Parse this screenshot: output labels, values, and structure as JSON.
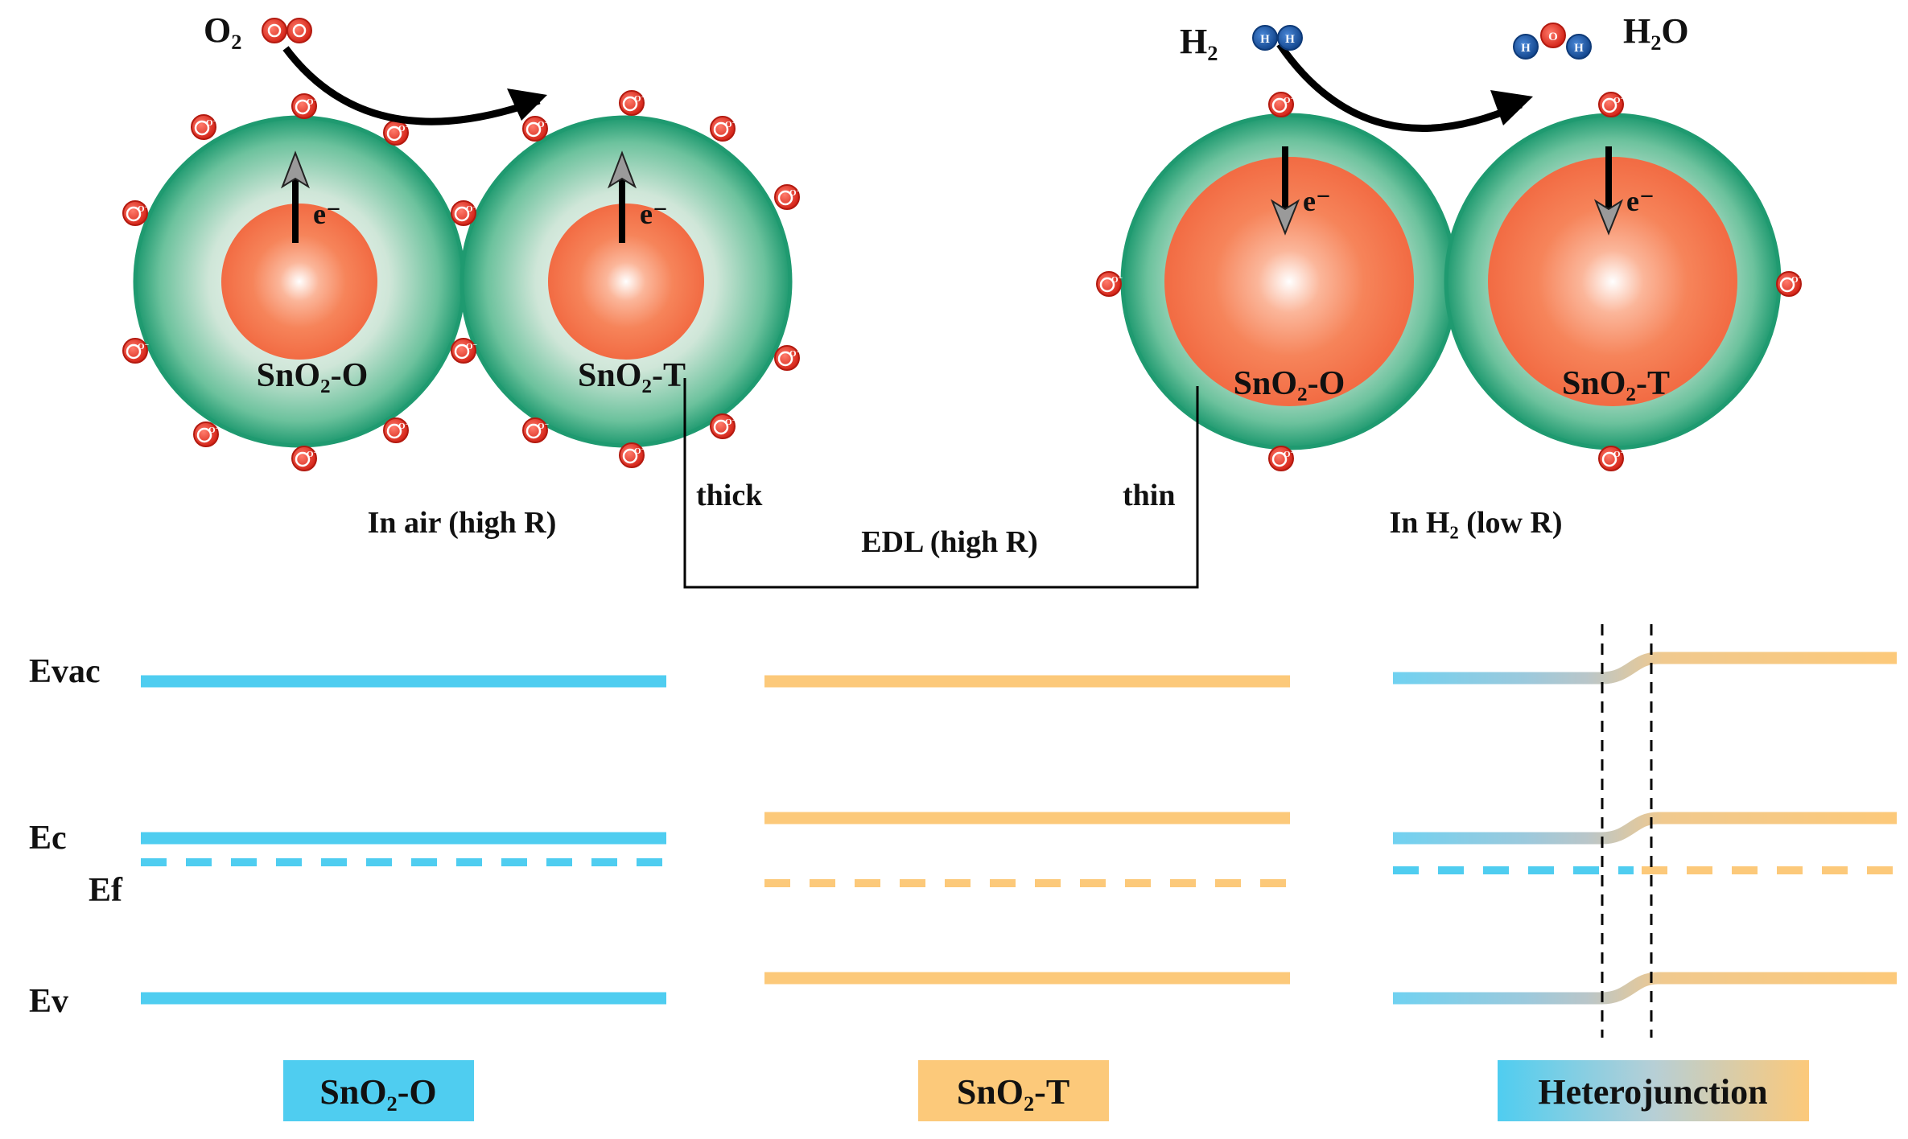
{
  "top": {
    "left_gas_label": "O₂",
    "left_gas_molecule": [
      "O",
      "O"
    ],
    "right_gas_label": "H₂",
    "right_gas_molecule": [
      "H",
      "H"
    ],
    "product_label": "H₂O",
    "product_molecule": [
      "H",
      "O",
      "H"
    ],
    "ion_label": "O⁻",
    "electron_label": "e⁻",
    "left_pair": {
      "particle1": "SnO₂-O",
      "particle2": "SnO₂-T",
      "caption": "In air (high R)"
    },
    "right_pair": {
      "particle1": "SnO₂-O",
      "particle2": "SnO₂-T",
      "caption": "In H₂ (low R)"
    },
    "edl": {
      "thick_label": "thick",
      "thin_label": "thin",
      "caption": "EDL (high R)"
    }
  },
  "bands": {
    "levels": {
      "evac": "Evac",
      "ec": "Ec",
      "ef": "Ef",
      "ev": "Ev"
    },
    "boxes": {
      "left": "SnO₂-O",
      "middle": "SnO₂-T",
      "right": "Heterojunction"
    }
  },
  "colors": {
    "blue_band": "#4fcdf0",
    "orange_band": "#fcc97a",
    "shell_green": "#2aa77b",
    "core_orange": "#f4764a",
    "oxygen_red": "#e8352a",
    "hydrogen_blue": "#1e5aa8"
  }
}
